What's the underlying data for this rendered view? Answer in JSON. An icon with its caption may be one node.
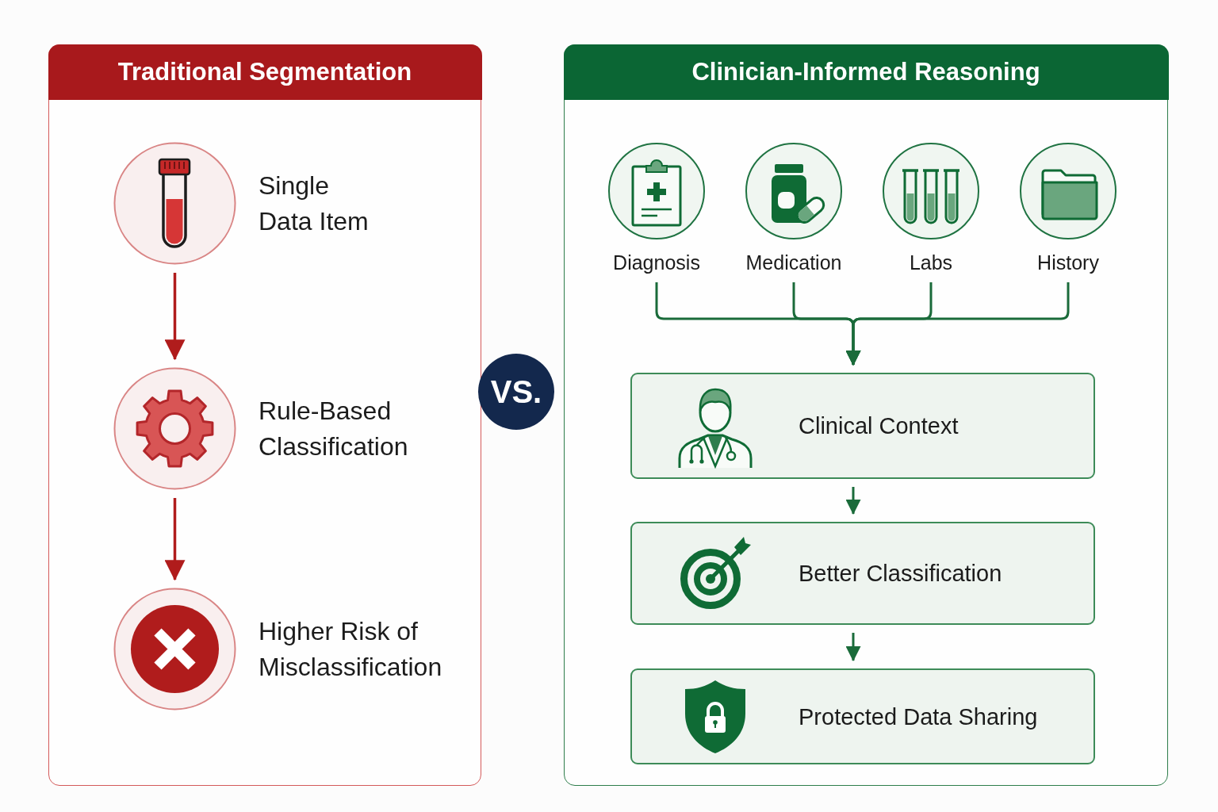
{
  "diagram": {
    "nodes": [
      {
        "text": [
          "Traditional Segmentation"
        ]
      },
      {
        "text": [
          "Single Data Item"
        ],
        "in": 0
      },
      {
        "text": [
          "Rule-Based Classification"
        ],
        "in": 0
      },
      {
        "text": [
          "Higher Risk of Misclassification"
        ],
        "in": 0
      },
      {
        "text": [
          "VS."
        ]
      },
      {
        "text": [
          "Clinician-Informed Reasoning"
        ]
      },
      {
        "text": [
          "Diagnosis"
        ],
        "in": 5
      },
      {
        "text": [
          "Medication"
        ],
        "in": 5
      },
      {
        "text": [
          "Labs"
        ],
        "in": 5
      },
      {
        "text": [
          "History"
        ],
        "in": 5
      },
      {
        "text": [
          "Clinical Context"
        ],
        "in": 5
      },
      {
        "text": [
          "Better Classification"
        ],
        "in": 5
      },
      {
        "text": [
          "Protected Data Sharing"
        ],
        "in": 5
      }
    ],
    "edges": [
      {
        "from": 1,
        "to": 2,
        "arrow": "to",
        "color": "#b01c1c"
      },
      {
        "from": 2,
        "to": 3,
        "arrow": "to",
        "color": "#b01c1c"
      },
      {
        "from": 6,
        "to": 10,
        "arrow": "to"
      },
      {
        "from": 7,
        "to": 10,
        "arrow": "to"
      },
      {
        "from": 8,
        "to": 10,
        "arrow": "to"
      },
      {
        "from": 9,
        "to": 10,
        "arrow": "to"
      },
      {
        "from": 10,
        "to": 11,
        "arrow": "to"
      },
      {
        "from": 11,
        "to": 12,
        "arrow": "to"
      }
    ]
  }
}
